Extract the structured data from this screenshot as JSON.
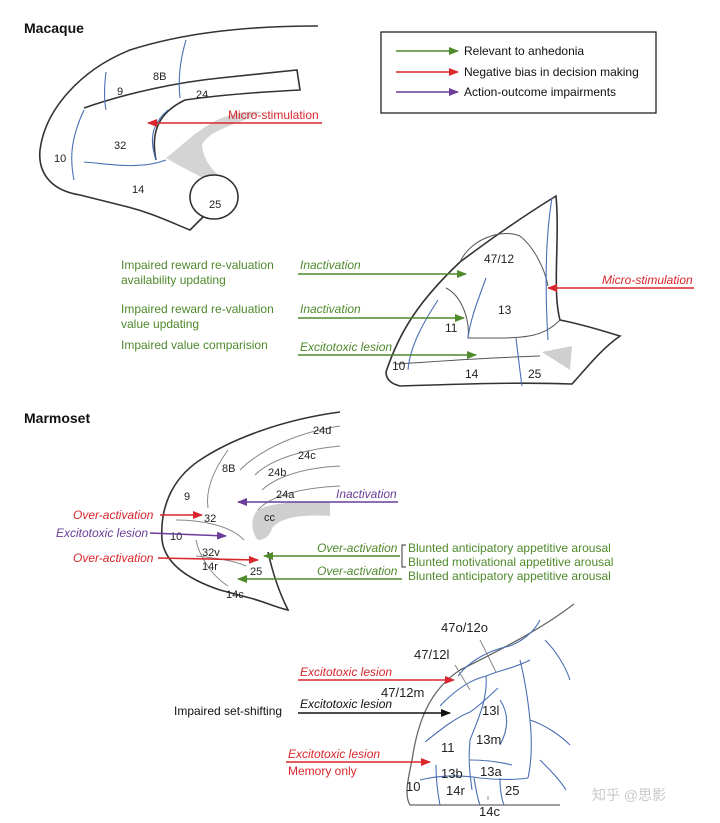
{
  "titles": {
    "macaque": "Macaque",
    "marmoset": "Marmoset"
  },
  "legend": {
    "items": [
      {
        "label": "Relevant to anhedonia",
        "color": "#4f8a2b"
      },
      {
        "label": "Negative bias in decision making",
        "color": "#d9262c"
      },
      {
        "label": "Action-outcome impairments",
        "color": "#6a3d9a"
      }
    ]
  },
  "macaque": {
    "medial_areas": [
      "9",
      "8B",
      "24",
      "32",
      "10",
      "14",
      "25"
    ],
    "micro_stimulation_medial": "Micro-stimulation",
    "orbital_areas": [
      "47/12",
      "13",
      "11",
      "10",
      "14",
      "25"
    ],
    "micro_stimulation_orbital": "Micro-stimulation",
    "effects": [
      {
        "line1": "Impaired reward re-valuation",
        "line2": "availability updating",
        "method": "Inactivation"
      },
      {
        "line1": "Impaired reward re-valuation",
        "line2": "value updating",
        "method": "Inactivation"
      },
      {
        "line1": "Impaired value comparision",
        "line2": "",
        "method": "Excitotoxic lesion"
      }
    ]
  },
  "marmoset": {
    "medial_areas": [
      "24d",
      "24c",
      "8B",
      "24b",
      "24a",
      "9",
      "32",
      "10",
      "cc",
      "32v",
      "14r",
      "25",
      "14c"
    ],
    "left_labels": [
      "Over-activation",
      "Excitotoxic lesion",
      "Over-activation"
    ],
    "inactivation": "Inactivation",
    "right_effects": [
      {
        "method": "Over-activation",
        "outcome": "Blunted anticipatory appetitive arousal"
      },
      {
        "method": "",
        "outcome": "Blunted motivational appetitive arousal"
      },
      {
        "method": "Over-activation",
        "outcome": "Blunted anticipatory appetitive arousal"
      }
    ],
    "orbital_areas": [
      "47o/12o",
      "47/12l",
      "47/12m",
      "13l",
      "11",
      "13m",
      "13b",
      "13a",
      "10",
      "14r",
      "25",
      "14c"
    ],
    "orbital_labels": {
      "lesion1": "Excitotoxic lesion",
      "set_shifting": "Impaired set-shifting",
      "lesion2": "Excitotoxic lesion",
      "lesion3": "Excitotoxic lesion",
      "memory_only": "Memory only"
    }
  },
  "watermark": "知乎 @思影"
}
